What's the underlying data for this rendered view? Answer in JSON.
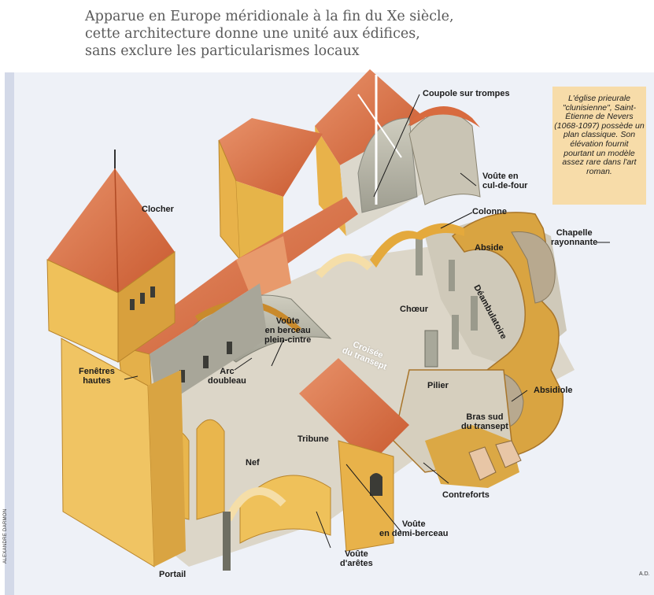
{
  "headline": [
    "Apparue en Europe méridionale à la fin du Xe siècle,",
    "cette architecture donne une unité aux édifices,",
    "sans exclure les particularismes locaux"
  ],
  "infobox": "L'église prieurale \"clunisienne\", Saint-Étienne de Nevers (1068-1097) possède un plan classique. Son élévation fournit pourtant un modèle assez rare dans l'art roman.",
  "labels": {
    "coupole": "Coupole sur trompes",
    "voute_cul_de_four_1": "Voûte en",
    "voute_cul_de_four_2": "cul-de-four",
    "clocher": "Clocher",
    "colonne": "Colonne",
    "abside": "Abside",
    "chapelle_1": "Chapelle",
    "chapelle_2": "rayonnante",
    "deambulatoire": "Déambulatoire",
    "choeur": "Chœur",
    "voute_berceau_1": "Voûte",
    "voute_berceau_2": "en berceau",
    "voute_berceau_3": "plein-cintre",
    "croisee_1": "Croisée",
    "croisee_2": "du transept",
    "fenetres_1": "Fenêtres",
    "fenetres_2": "hautes",
    "arc_1": "Arc",
    "arc_2": "doubleau",
    "pilier": "Pilier",
    "absidiole": "Absidiole",
    "bras_1": "Bras sud",
    "bras_2": "du transept",
    "tribune": "Tribune",
    "nef": "Nef",
    "contreforts": "Contreforts",
    "demi_1": "Voûte",
    "demi_2": "en demi-berceau",
    "aretes_1": "Voûte",
    "aretes_2": "d'arêtes",
    "portail": "Portail"
  },
  "credits": {
    "author": "ALEXANDRE DARMON",
    "initials": "A.D."
  },
  "colors": {
    "stone": "#e8b24a",
    "stone_dark": "#b9852c",
    "roof": "#d86b3f",
    "roof_light": "#e89a6c",
    "floor": "#d9d4c8",
    "wall_grey": "#a8a89a",
    "info_bg": "#f7dca9"
  }
}
